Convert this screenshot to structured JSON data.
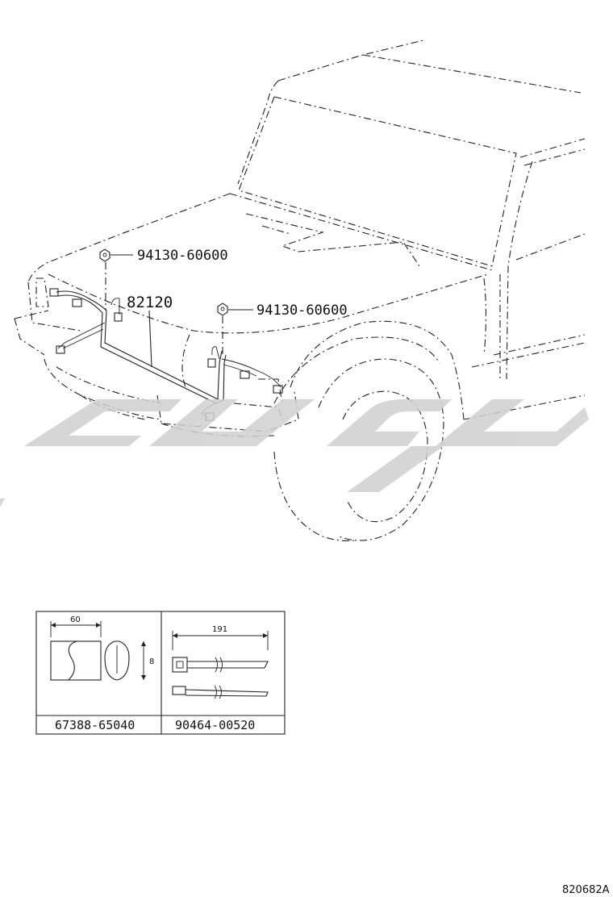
{
  "callouts": {
    "nut_upper": "94130-60600",
    "nut_lower": "94130-60600",
    "harness": "82120"
  },
  "parts_table": {
    "left": {
      "dim_width": "60",
      "dim_height": "8",
      "part_number": "67388-65040"
    },
    "right": {
      "dim_length": "191",
      "part_number": "90464-00520"
    }
  },
  "diagram_code": "820682A",
  "colors": {
    "line": "#222222",
    "watermark": "#d0d0d0"
  }
}
